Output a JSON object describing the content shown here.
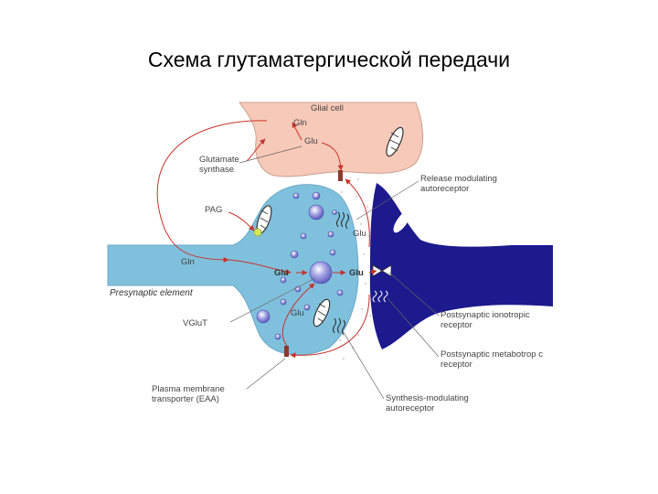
{
  "title": "Схема глутаматергической передачи",
  "colors": {
    "glial": "#f7c9b8",
    "presynaptic": "#7fc0dd",
    "postsynaptic": "#1c1a8c",
    "arrows": "#c8322a",
    "vesicle": "#8d8dd6"
  },
  "labels": {
    "glial_cell": "Glial cell",
    "gln_glial": "Gln",
    "glu_glial": "Glu",
    "glutamate_synthase_1": "Glutamate",
    "glutamate_synthase_2": "synthase",
    "pag": "PAG",
    "gln_axon": "Gln",
    "glu_inside": "Glu",
    "glu_cleft": "Glu",
    "glu_top": "Glu",
    "glu_bottom": "Glu",
    "presynaptic_element": "Presynaptic element",
    "vglut": "VGluT",
    "pmt_1": "Plasma membrane",
    "pmt_2": "transporter (EAA)",
    "release_mod_1": "Release modulating",
    "release_mod_2": "autoreceptor",
    "ionotropic_1": "Postsynaptic ionotropic",
    "ionotropic_2": "receptor",
    "metabotropic_1": "Postsynaptic metabotrop c",
    "metabotropic_2": "receptor",
    "synthesis_mod_1": "Synthesis-modulating",
    "synthesis_mod_2": "autoreceptor"
  }
}
